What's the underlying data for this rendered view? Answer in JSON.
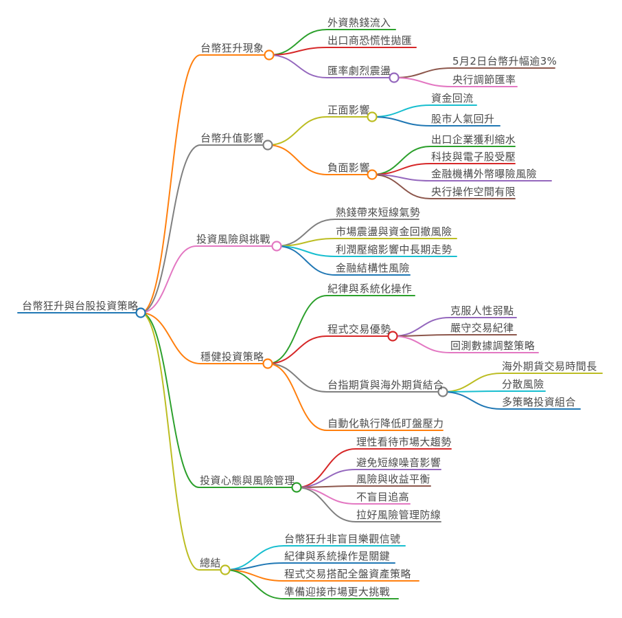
{
  "palette": {
    "blue": "#1f77b4",
    "orange": "#ff7f0e",
    "green": "#2ca02c",
    "red": "#d62728",
    "purple": "#9467bd",
    "brown": "#8c564b",
    "pink": "#e377c2",
    "gray": "#7f7f7f",
    "olive": "#bcbd22",
    "cyan": "#17becf"
  },
  "map": {
    "label": "台幣狂升與台股投資策略",
    "children": [
      {
        "label": "台幣狂升現象",
        "children": [
          {
            "label": "外資熱錢流入"
          },
          {
            "label": "出口商恐慌性拋匯"
          },
          {
            "label": "匯率劇烈震盪",
            "children": [
              {
                "label": "5月2日台幣升幅逾3%"
              },
              {
                "label": "央行調節匯率"
              }
            ]
          }
        ]
      },
      {
        "label": "台幣升值影響",
        "children": [
          {
            "label": "正面影響",
            "children": [
              {
                "label": "資金回流"
              },
              {
                "label": "股市人氣回升"
              }
            ]
          },
          {
            "label": "負面影響",
            "children": [
              {
                "label": "出口企業獲利縮水"
              },
              {
                "label": "科技與電子股受壓"
              },
              {
                "label": "金融機構外幣曝險風險"
              },
              {
                "label": "央行操作空間有限"
              }
            ]
          }
        ]
      },
      {
        "label": "投資風險與挑戰",
        "children": [
          {
            "label": "熱錢帶來短線氣勢"
          },
          {
            "label": "市場震盪與資金回撤風險"
          },
          {
            "label": "利潤壓縮影響中長期走勢"
          },
          {
            "label": "金融結構性風險"
          }
        ]
      },
      {
        "label": "穩健投資策略",
        "children": [
          {
            "label": "紀律與系統化操作"
          },
          {
            "label": "程式交易優勢",
            "children": [
              {
                "label": "克服人性弱點"
              },
              {
                "label": "嚴守交易紀律"
              },
              {
                "label": "回測數據調整策略"
              }
            ]
          },
          {
            "label": "台指期貨與海外期貨結合",
            "children": [
              {
                "label": "海外期貨交易時間長"
              },
              {
                "label": "分散風險"
              },
              {
                "label": "多策略投資組合"
              }
            ]
          },
          {
            "label": "自動化執行降低盯盤壓力"
          }
        ]
      },
      {
        "label": "投資心態與風險管理",
        "children": [
          {
            "label": "理性看待市場大趨勢"
          },
          {
            "label": "避免短線噪音影響"
          },
          {
            "label": "風險與收益平衡"
          },
          {
            "label": "不盲目追高"
          },
          {
            "label": "拉好風險管理防線"
          }
        ]
      },
      {
        "label": "總結",
        "children": [
          {
            "label": "台幣狂升非盲目樂觀信號"
          },
          {
            "label": "紀律與系統操作是關鍵"
          },
          {
            "label": "程式交易搭配全盤資產策略"
          },
          {
            "label": "準備迎接市場更大挑戰"
          }
        ]
      }
    ]
  }
}
